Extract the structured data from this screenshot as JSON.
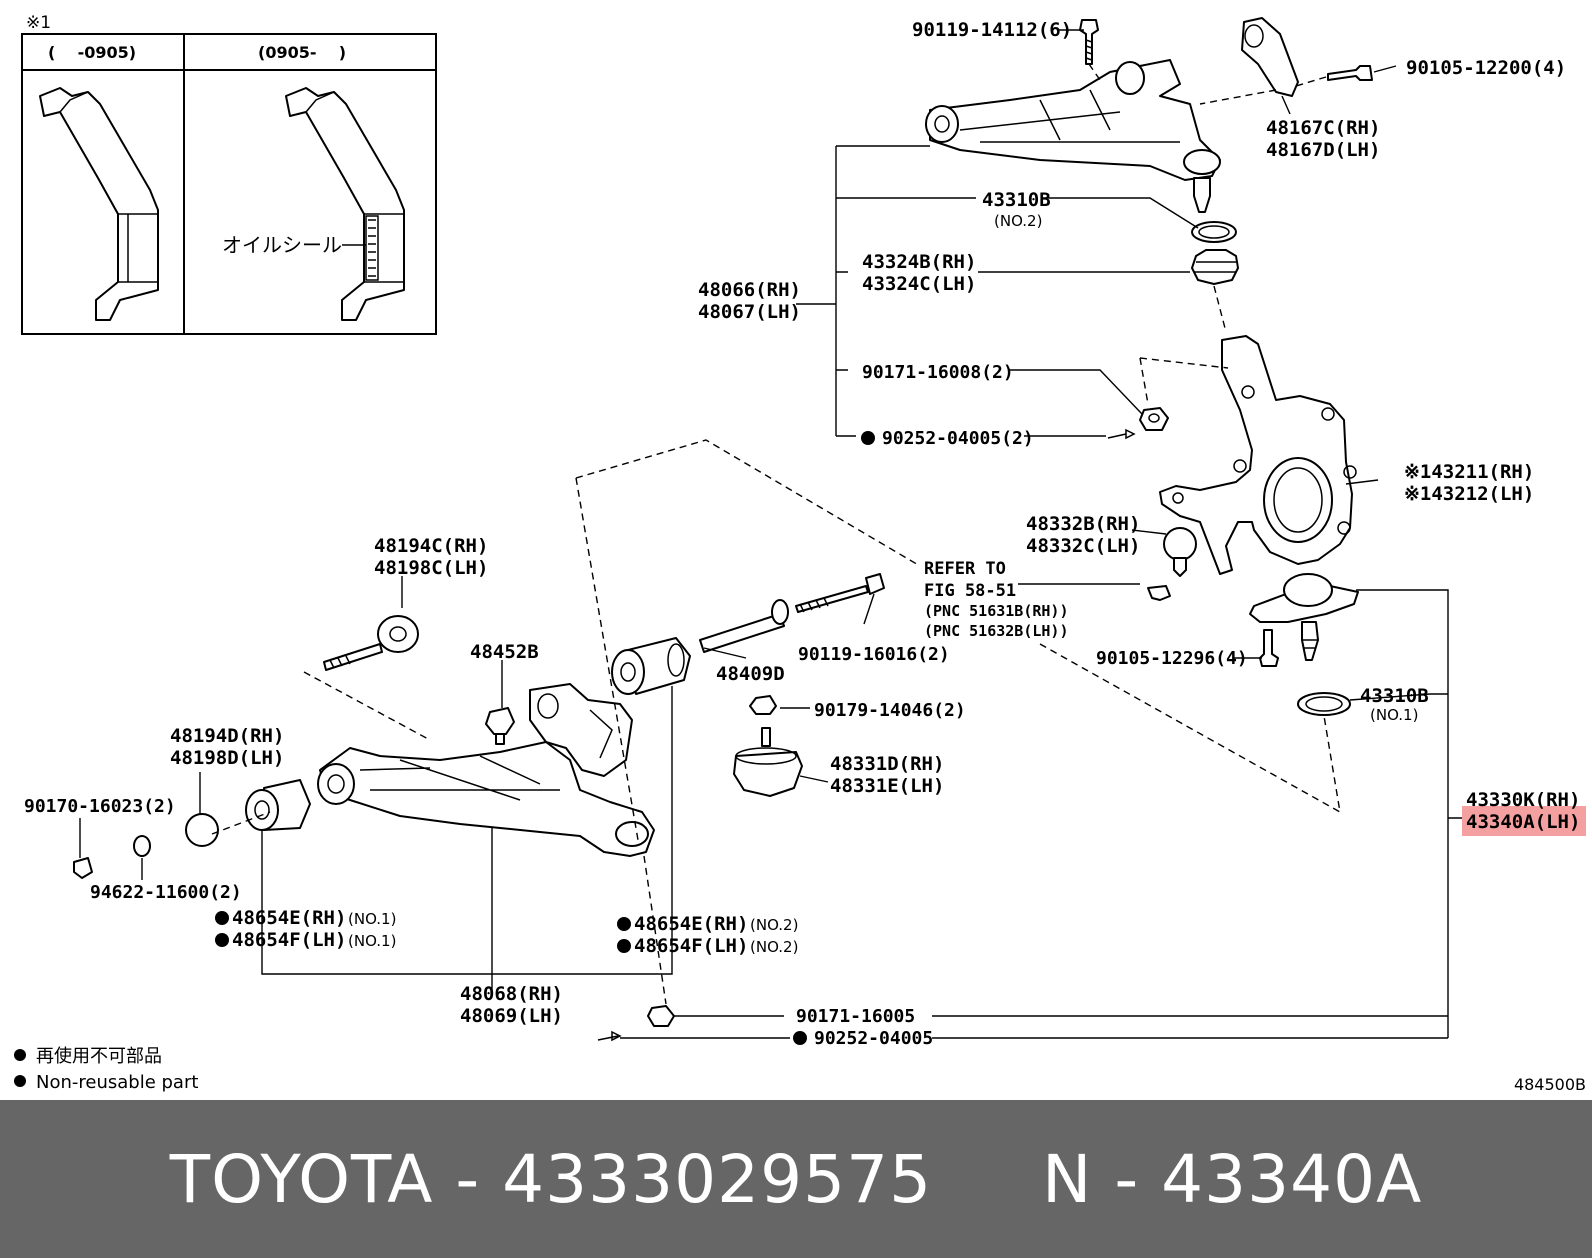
{
  "diagram": {
    "inset": {
      "marker": "※1",
      "left_header": "(    -0905)",
      "right_header": "(0905-    )",
      "oil_seal_label": "オイルシール"
    },
    "parts": {
      "p_90119_14112": "90119-14112(6)",
      "p_90105_12200": "90105-12200(4)",
      "p_48167C": "48167C(RH)",
      "p_48167D": "48167D(LH)",
      "p_43310B_top": "43310B",
      "p_43310B_top_no": "(NO.2)",
      "p_43324B": "43324B(RH)",
      "p_43324C": "43324C(LH)",
      "p_48066": "48066(RH)",
      "p_48067": "48067(LH)",
      "p_90171_16008": "90171-16008(2)",
      "p_90252_04005_top": "90252-04005(2)",
      "p_43211": "※143211(RH)",
      "p_43212": "※143212(LH)",
      "p_48332B": "48332B(RH)",
      "p_48332C": "48332C(LH)",
      "refer_1": "REFER TO",
      "refer_2": "FIG 58-51",
      "refer_3": "(PNC 51631B(RH))",
      "refer_4": "(PNC 51632B(LH))",
      "p_48194C": "48194C(RH)",
      "p_48198C": "48198C(LH)",
      "p_48452B": "48452B",
      "p_48409D": "48409D",
      "p_90119_16016": "90119-16016(2)",
      "p_90105_12296": "90105-12296(4)",
      "p_43310B_bot": "43310B",
      "p_43310B_bot_no": "(NO.1)",
      "p_90179_14046": "90179-14046(2)",
      "p_48331D": "48331D(RH)",
      "p_48331E": "48331E(LH)",
      "p_43330K": "43330K(RH)",
      "p_43340A": "43340A(LH)",
      "p_48194D": "48194D(RH)",
      "p_48198D": "48198D(LH)",
      "p_90170_16023": "90170-16023(2)",
      "p_94622_11600": "94622-11600(2)",
      "p_48654E_no1": "48654E(RH)",
      "p_48654F_no1": "48654F(LH)",
      "no1": "(NO.1)",
      "p_48654E_no2": "48654E(RH)",
      "p_48654F_no2": "48654F(LH)",
      "no2": "(NO.2)",
      "p_48068": "48068(RH)",
      "p_48069": "48069(LH)",
      "p_90171_16005": "90171-16005",
      "p_90252_04005_bot": "90252-04005"
    },
    "legend": {
      "jp": "再使用不可部品",
      "en": "Non-reusable part"
    },
    "figure_id": "484500B",
    "highlight_color": "#f4a0a0"
  },
  "footer": {
    "brand": "TOYOTA",
    "part_number": "4333029575",
    "ref": "N - 43340A",
    "text": "TOYOTA - 4333029575     N - 43340A"
  }
}
